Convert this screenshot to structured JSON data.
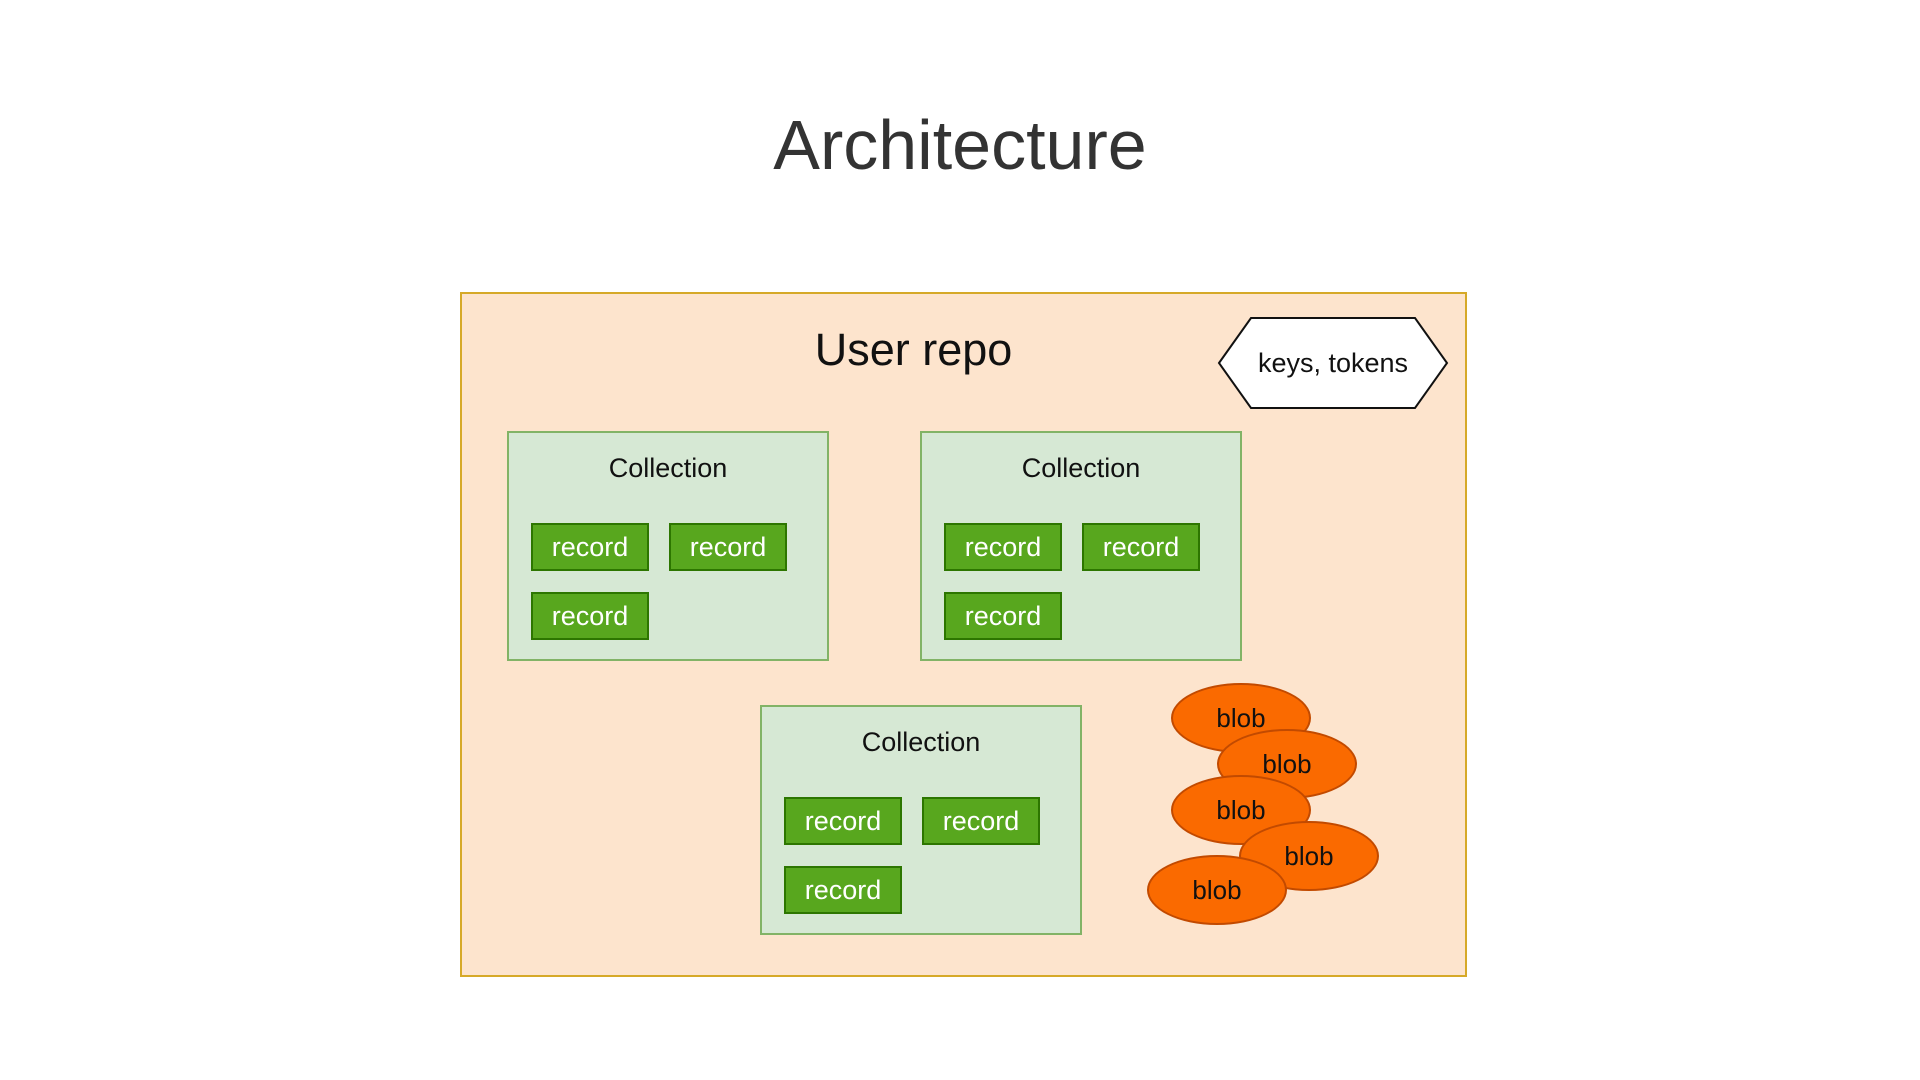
{
  "title": "Architecture",
  "repo": {
    "label": "User repo",
    "keys_label": "keys, tokens",
    "colors": {
      "repo_fill": "#fde4cd",
      "repo_border": "#d6a928",
      "collection_fill": "#d6e8d4",
      "collection_border": "#82b366",
      "record_fill": "#58a71e",
      "blob_fill": "#fa6a00"
    }
  },
  "collections": [
    {
      "label": "Collection",
      "records": [
        "record",
        "record",
        "record"
      ]
    },
    {
      "label": "Collection",
      "records": [
        "record",
        "record",
        "record"
      ]
    },
    {
      "label": "Collection",
      "records": [
        "record",
        "record",
        "record"
      ]
    }
  ],
  "blobs": [
    "blob",
    "blob",
    "blob",
    "blob",
    "blob"
  ]
}
